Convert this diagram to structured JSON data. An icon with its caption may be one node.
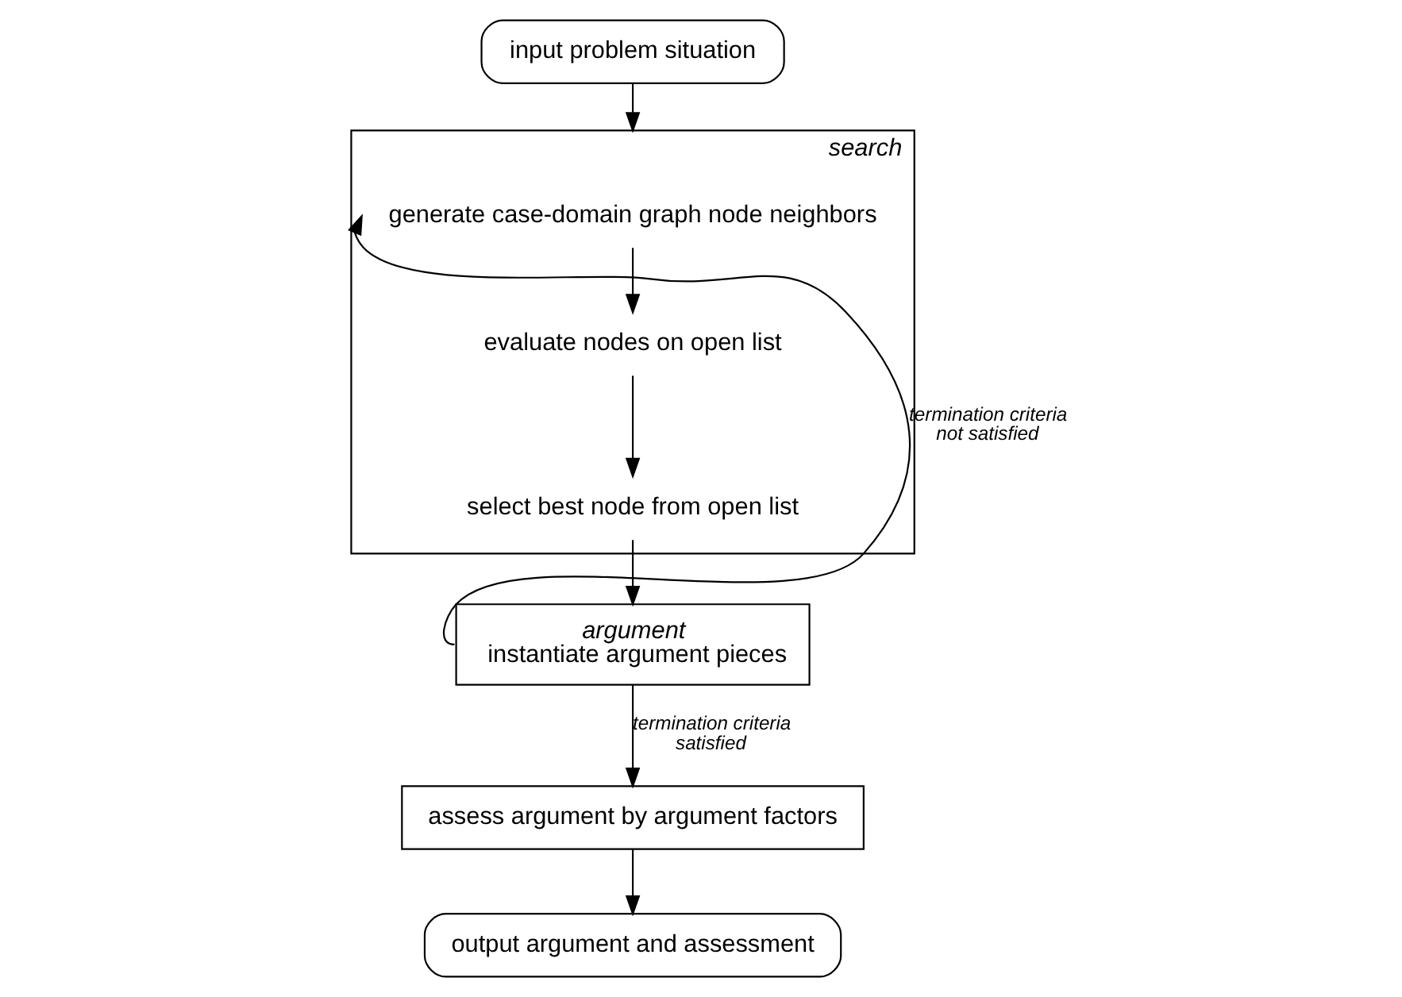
{
  "diagram": {
    "nodes": [
      {
        "text": [
          "input problem situation"
        ]
      },
      {
        "text": [
          "search"
        ]
      },
      {
        "text": [
          "generate case-domain graph node neighbors"
        ],
        "in": 1
      },
      {
        "text": [
          "evaluate nodes on open list"
        ],
        "in": 1
      },
      {
        "text": [
          "select best node from open list"
        ],
        "in": 1
      },
      {
        "text": [
          "argument",
          "instantiate argument pieces"
        ]
      },
      {
        "text": [
          "assess argument by argument factors"
        ]
      },
      {
        "text": [
          "output argument and assessment"
        ]
      }
    ],
    "edges": [
      {
        "from": 0,
        "to": 1,
        "arrow": "to"
      },
      {
        "from": 5,
        "to": 2,
        "arrow": "to",
        "label": "termination criteria not satisfied"
      },
      {
        "from": 2,
        "to": 3,
        "arrow": "to"
      },
      {
        "from": 3,
        "to": 4,
        "arrow": "to"
      },
      {
        "from": 4,
        "to": 5,
        "arrow": "to"
      },
      {
        "from": 5,
        "to": 6,
        "arrow": "to",
        "label": "termination criteria satisfied"
      },
      {
        "from": 6,
        "to": 7,
        "arrow": "to"
      }
    ]
  }
}
